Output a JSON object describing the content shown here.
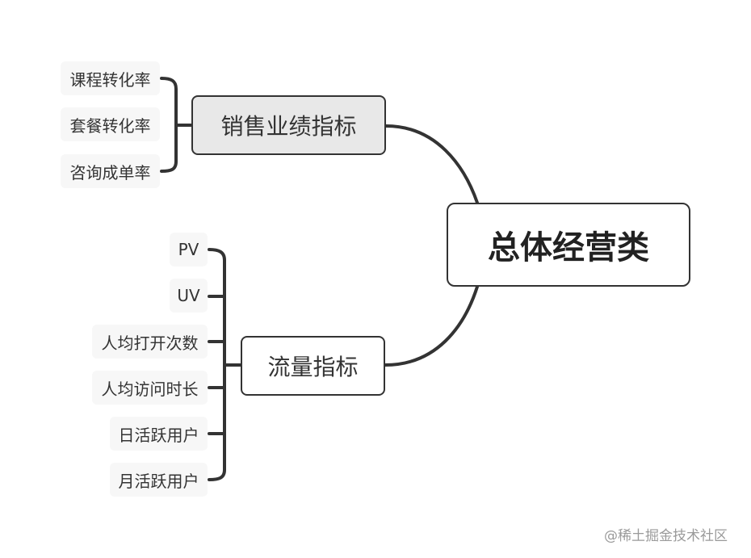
{
  "diagram": {
    "root": {
      "label": "总体经营类"
    },
    "branches": [
      {
        "label": "销售业绩指标",
        "children": [
          "课程转化率",
          "套餐转化率",
          "咨询成单率"
        ]
      },
      {
        "label": "流量指标",
        "children": [
          "PV",
          "UV",
          "人均打开次数",
          "人均访问时长",
          "日活跃用户",
          "月活跃用户"
        ]
      }
    ]
  },
  "watermark": "@稀土掘金技术社区",
  "colors": {
    "line": "#333333",
    "highlight_fill": "#e8e8e8",
    "leaf_fill": "#f7f7f7",
    "watermark_text": "#9a9a9a"
  }
}
